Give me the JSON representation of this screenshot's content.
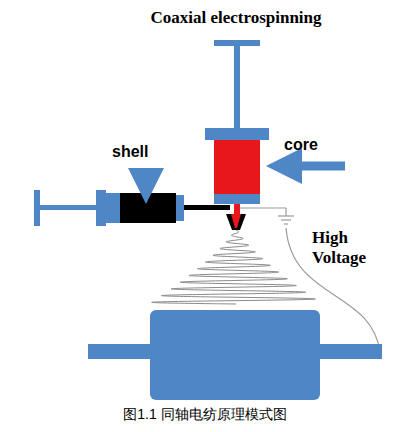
{
  "diagram": {
    "title": "Coaxial electrospinning",
    "caption": "图1.1  同轴电纺原理模式图",
    "labels": [
      "shell",
      "core",
      "High Voltage"
    ]
  }
}
